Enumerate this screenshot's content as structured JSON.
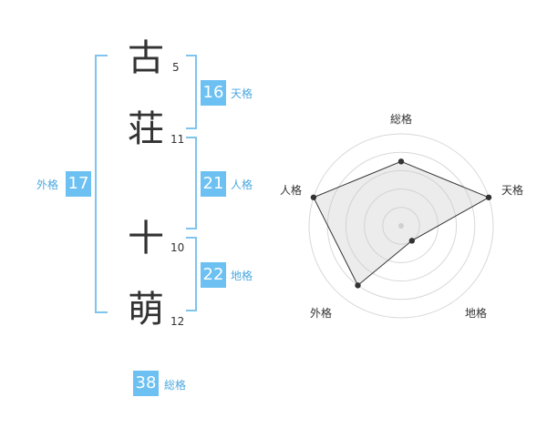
{
  "name": {
    "chars": [
      {
        "char": "古",
        "strokes": "5"
      },
      {
        "char": "荘",
        "strokes": "11"
      },
      {
        "char": "十",
        "strokes": "10"
      },
      {
        "char": "萌",
        "strokes": "12"
      }
    ]
  },
  "fortunes": {
    "tenkaku": {
      "value": "16",
      "label": "天格"
    },
    "jinkaku": {
      "value": "21",
      "label": "人格"
    },
    "chikaku": {
      "value": "22",
      "label": "地格"
    },
    "gaikaku": {
      "value": "17",
      "label": "外格"
    },
    "soukaku": {
      "value": "38",
      "label": "総格"
    }
  },
  "colors": {
    "accent": "#6cc0f2",
    "bracket": "#7fc4ee"
  },
  "chart_data": {
    "type": "radar",
    "axes": [
      "総格",
      "天格",
      "地格",
      "外格",
      "人格"
    ],
    "values": [
      0.7,
      1.0,
      0.2,
      0.8,
      1.0
    ],
    "max": 1.0,
    "rings": 5,
    "grid": true
  }
}
